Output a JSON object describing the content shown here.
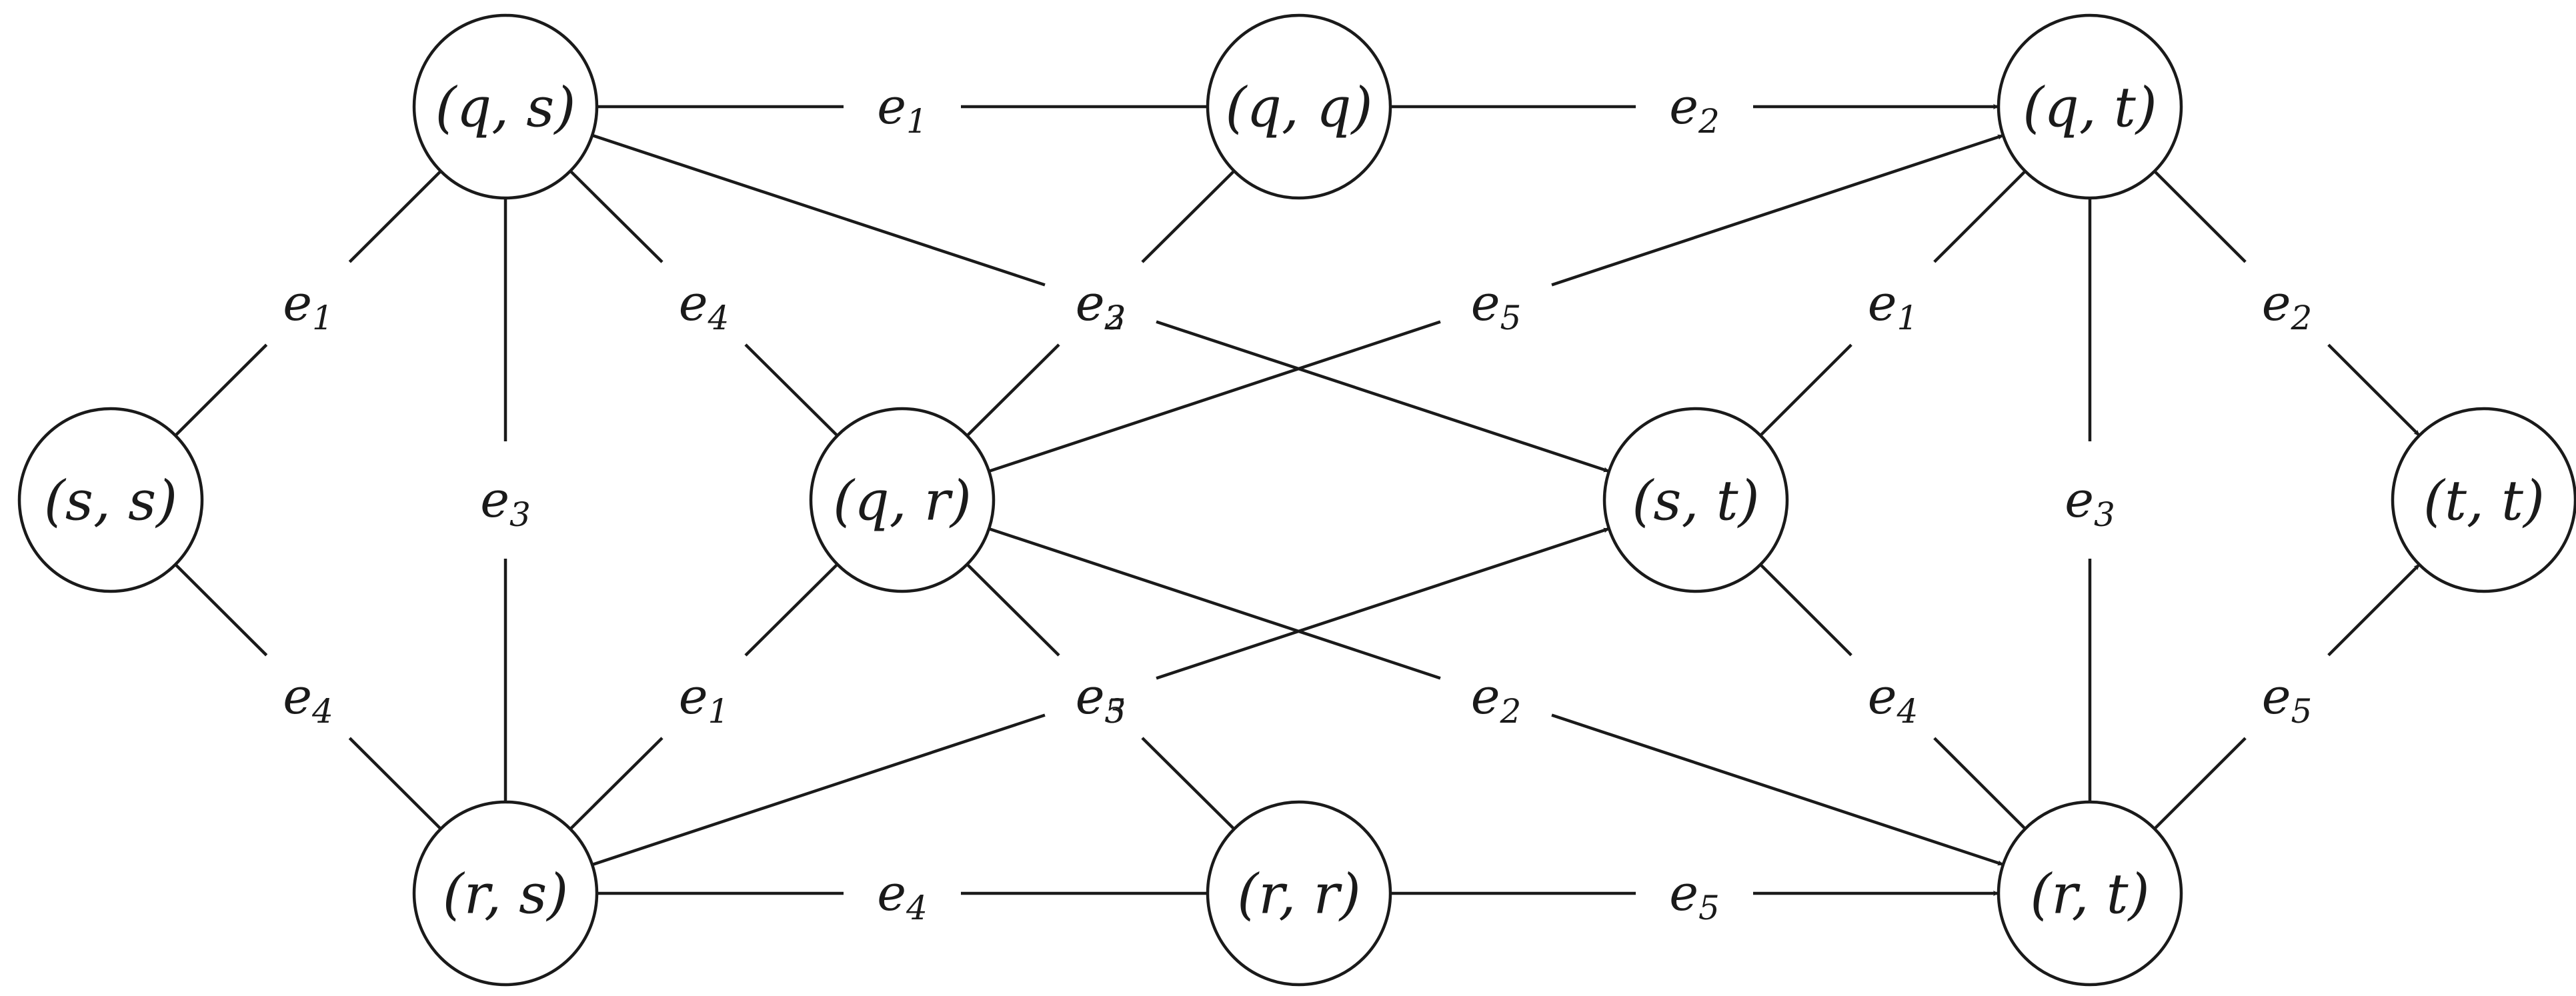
{
  "nodes": [
    {
      "id": "ss",
      "label": "(s, s)"
    },
    {
      "id": "qs",
      "label": "(q, s)"
    },
    {
      "id": "rs",
      "label": "(r, s)"
    },
    {
      "id": "qq",
      "label": "(q, q)"
    },
    {
      "id": "qr",
      "label": "(q, r)"
    },
    {
      "id": "rr",
      "label": "(r, r)"
    },
    {
      "id": "qt",
      "label": "(q, t)"
    },
    {
      "id": "st",
      "label": "(s, t)"
    },
    {
      "id": "rt",
      "label": "(r, t)"
    },
    {
      "id": "tt",
      "label": "(t, t)"
    }
  ],
  "edges": [
    {
      "from": "ss",
      "to": "qs",
      "label": "e1",
      "directed": false
    },
    {
      "from": "ss",
      "to": "rs",
      "label": "e4",
      "directed": false
    },
    {
      "from": "qs",
      "to": "rs",
      "label": "e3",
      "directed": false
    },
    {
      "from": "qs",
      "to": "qq",
      "label": "e1",
      "directed": false
    },
    {
      "from": "qs",
      "to": "qr",
      "label": "e4",
      "directed": false
    },
    {
      "from": "qs",
      "to": "st",
      "label": "e2",
      "directed": true
    },
    {
      "from": "rs",
      "to": "qr",
      "label": "e1",
      "directed": false
    },
    {
      "from": "rs",
      "to": "rr",
      "label": "e4",
      "directed": false
    },
    {
      "from": "rs",
      "to": "st",
      "label": "e5",
      "directed": true
    },
    {
      "from": "qq",
      "to": "qt",
      "label": "e2",
      "directed": true
    },
    {
      "from": "qr",
      "to": "qq",
      "label": "e3",
      "directed": false
    },
    {
      "from": "qr",
      "to": "rr",
      "label": "e3",
      "directed": false
    },
    {
      "from": "qr",
      "to": "qt",
      "label": "e5",
      "directed": true
    },
    {
      "from": "qr",
      "to": "rt",
      "label": "e2",
      "directed": true
    },
    {
      "from": "rr",
      "to": "rt",
      "label": "e5",
      "directed": true
    },
    {
      "from": "st",
      "to": "qt",
      "label": "e1",
      "directed": false
    },
    {
      "from": "st",
      "to": "rt",
      "label": "e4",
      "directed": false
    },
    {
      "from": "qt",
      "to": "rt",
      "label": "e3",
      "directed": false
    },
    {
      "from": "qt",
      "to": "tt",
      "label": "e2",
      "directed": true
    },
    {
      "from": "rt",
      "to": "tt",
      "label": "e5",
      "directed": true
    }
  ]
}
